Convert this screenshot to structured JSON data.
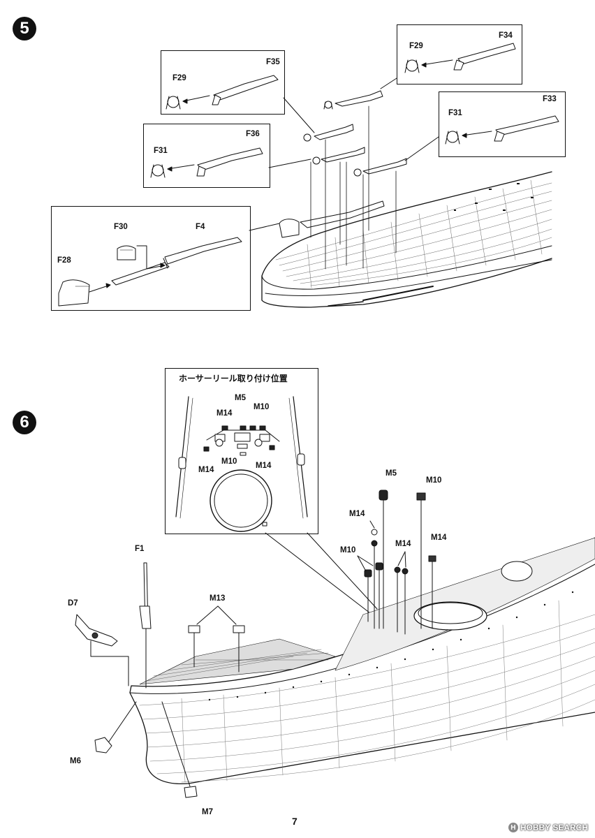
{
  "page_number": "7",
  "watermark": {
    "logo_letter": "H",
    "text": "HOBBY SEARCH"
  },
  "step5": {
    "number": "5",
    "insets": {
      "f35": {
        "parts": [
          "F35",
          "F29"
        ]
      },
      "f34": {
        "parts": [
          "F34",
          "F29"
        ]
      },
      "f36": {
        "parts": [
          "F36",
          "F31"
        ]
      },
      "f33": {
        "parts": [
          "F33",
          "F31"
        ]
      },
      "f4": {
        "parts": [
          "F30",
          "F4",
          "F28"
        ]
      }
    }
  },
  "step6": {
    "number": "6",
    "inset": {
      "title": "ホーサーリール取り付け位置",
      "labels": [
        "M5",
        "M14",
        "M10",
        "M10",
        "M14",
        "M14"
      ]
    },
    "parts": [
      "M5",
      "M10",
      "M14",
      "M10",
      "M14",
      "M14",
      "F1",
      "M13",
      "D7",
      "M6",
      "M7"
    ]
  }
}
